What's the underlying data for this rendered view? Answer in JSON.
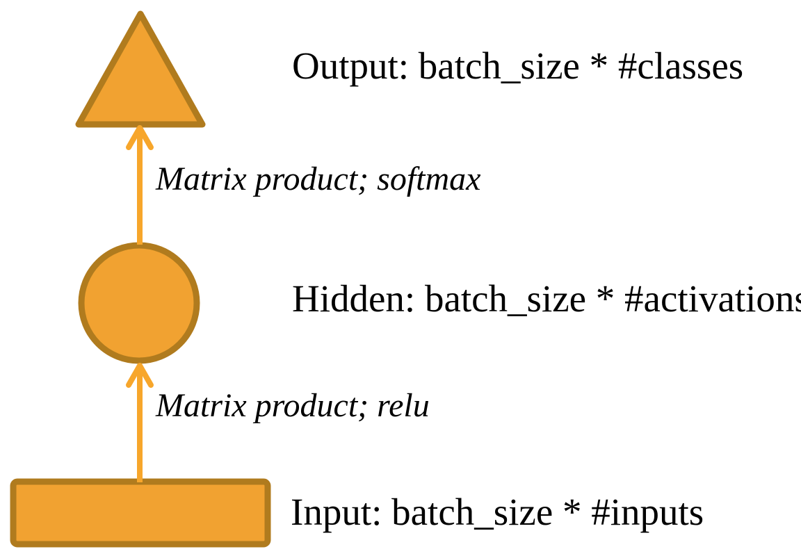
{
  "figure": {
    "background": "#FFFFFF",
    "text_color": "#000000",
    "node_fill": "#F1A231",
    "node_stroke": "#B07B1E",
    "arrow_color": "#F7A62B",
    "nodes": [
      {
        "id": "output",
        "shape": "triangle",
        "label": "Output: batch_size * #classes"
      },
      {
        "id": "hidden",
        "shape": "circle",
        "label": "Hidden: batch_size * #activations"
      },
      {
        "id": "input",
        "shape": "rectangle",
        "label": "Input: batch_size * #inputs"
      }
    ],
    "edges": [
      {
        "from": "hidden",
        "to": "output",
        "label": "Matrix product; softmax"
      },
      {
        "from": "input",
        "to": "hidden",
        "label": "Matrix product; relu"
      }
    ]
  }
}
